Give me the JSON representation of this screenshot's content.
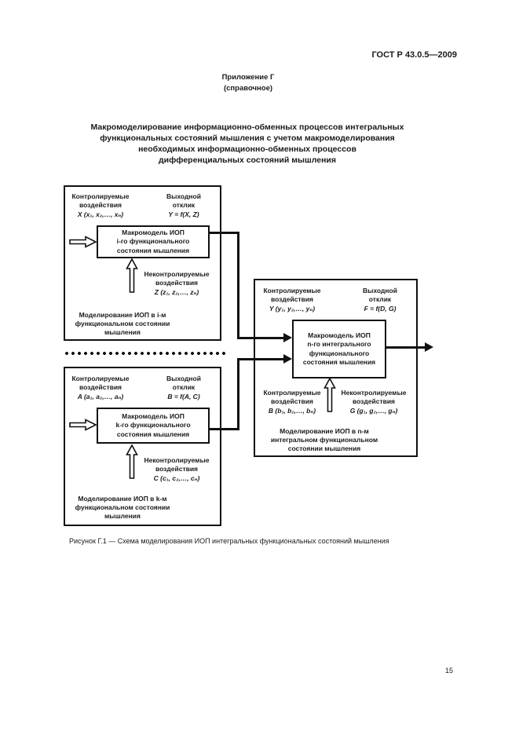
{
  "header": {
    "standard": "ГОСТ Р 43.0.5—2009",
    "appendix": "Приложение Г",
    "appendix_note": "(справочное)"
  },
  "title": "Макромоделирование информационно-обменных процессов интегральных\nфункциональных состояний мышления с учетом макромоделирования\nнеобходимых информационно-обменных процессов\nдифференциальных состояний мышления",
  "diagram": {
    "blocks": {
      "i": {
        "controlled_label": "Контролируемые\nвоздействия",
        "controlled_vars": "X (x₁, x₂,…, xₙ)",
        "response_label": "Выходной\nотклик",
        "response_vars": "Y = f(X, Z)",
        "model": "Макромодель ИОП\ni-го функционального\nсостояния мышления",
        "uncontrolled_label": "Неконтролируемые\nвоздействия",
        "uncontrolled_vars": "Z (z₁, z₂,…, zₙ)",
        "footer": "Моделирование ИОП в i-м\nфункциональном состоянии\nмышления"
      },
      "k": {
        "controlled_label": "Контролируемые\nвоздействия",
        "controlled_vars": "A (a₁, a₂,…, aₙ)",
        "response_label": "Выходной\nотклик",
        "response_vars": "B = f(A, C)",
        "model": "Макромодель ИОП\nk-го функционального\nсостояния мышления",
        "uncontrolled_label": "Неконтролируемые\nвоздействия",
        "uncontrolled_vars": "C (c₁, c₂,…, cₙ)",
        "footer": "Моделирование ИОП в k-м\nфункциональном состоянии\nмышления"
      },
      "n": {
        "controlled_label": "Контролируемые\nвоздействия",
        "controlled_vars": "Y (y₁, y₂,…, yₙ)",
        "response_label": "Выходной\nотклик",
        "response_vars": "F = f(D, G)",
        "model": "Макромодель ИОП\nn-го интегрального\nфункционального\nсостояния мышления",
        "controlled2_label": "Контролируемые\nвоздействия",
        "controlled2_vars": "B (b₁, b₂,…, bₙ)",
        "uncontrolled_label": "Неконтролируемые\nвоздействия",
        "uncontrolled_vars": "G (g₁, g₂,…, gₙ)",
        "footer": "Моделирование ИОП в n-м\nинтегральном функциональном\nсостоянии мышления"
      }
    }
  },
  "caption": "Рисунок Г.1 — Схема моделирования ИОП интегральных функциональных состояний мышления",
  "page_number": "15"
}
